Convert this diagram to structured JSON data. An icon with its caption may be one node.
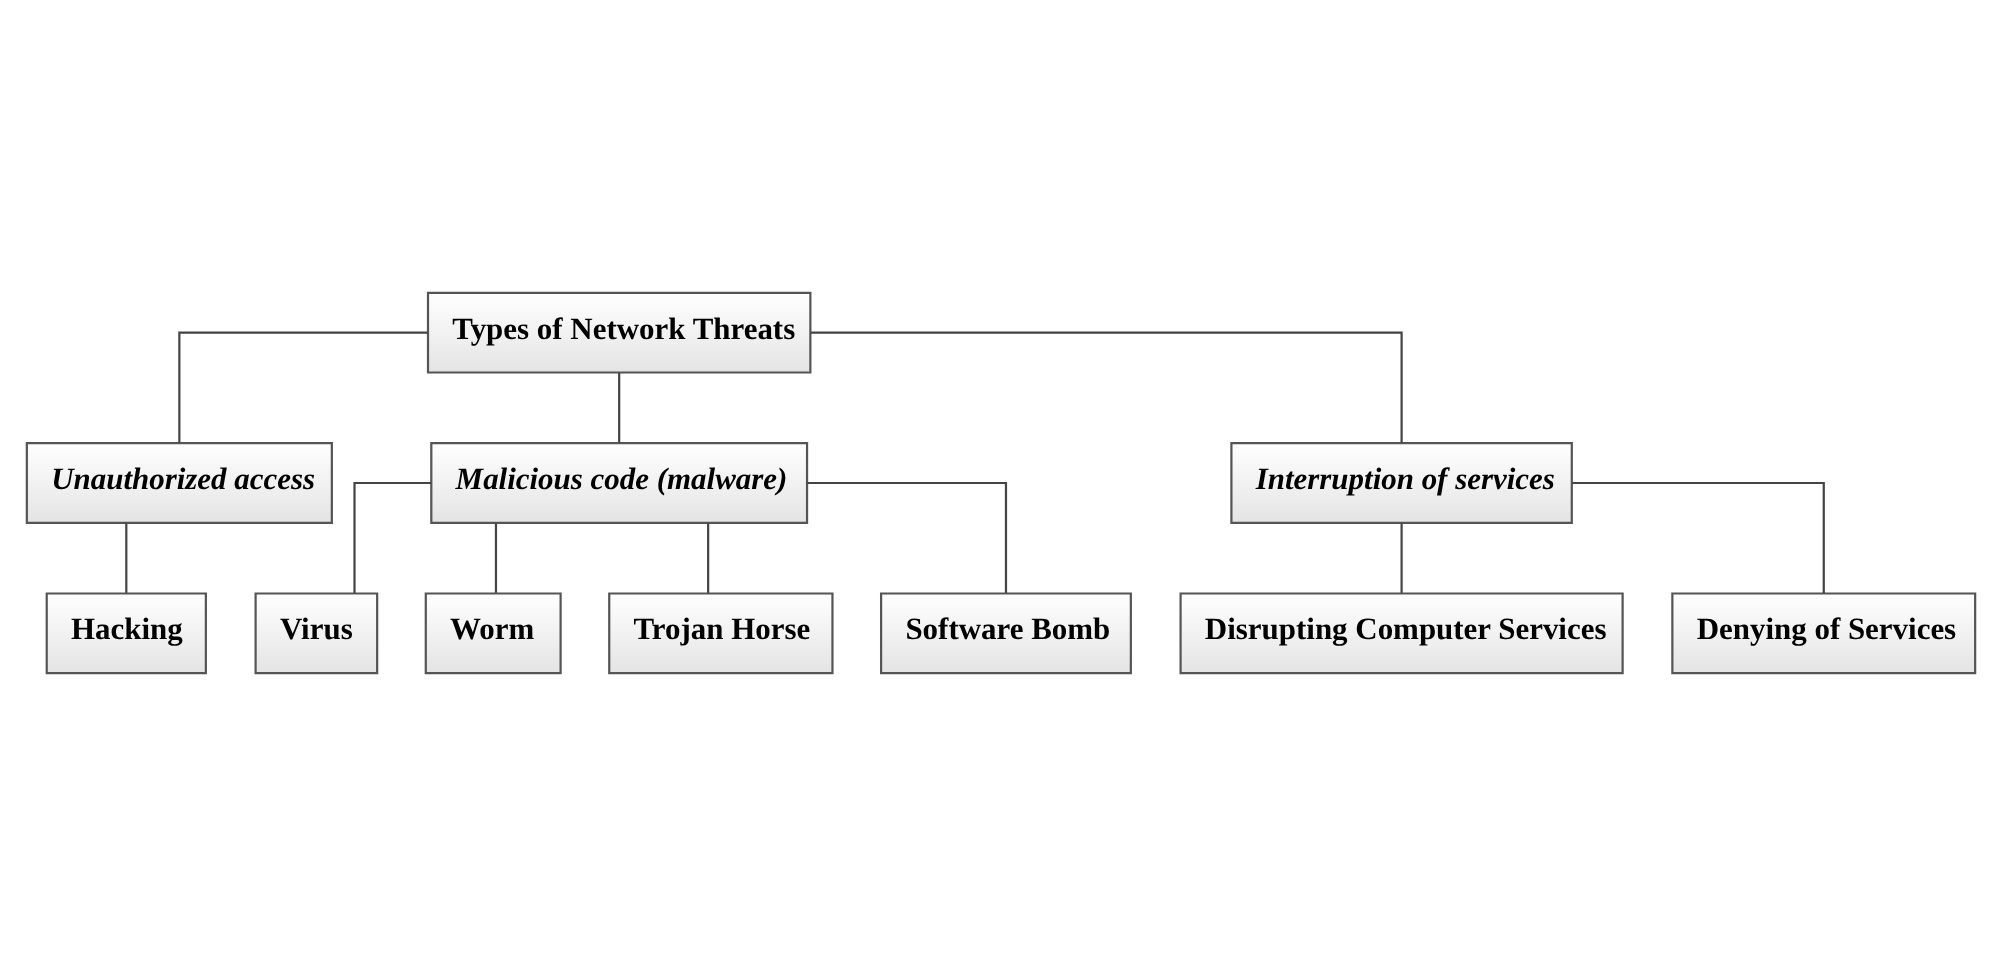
{
  "diagram": {
    "nodes": [
      {
        "text": [
          "Types of Network Threats"
        ]
      },
      {
        "text": [
          "Unauthorized access"
        ]
      },
      {
        "text": [
          "Malicious code (malware)"
        ]
      },
      {
        "text": [
          "Interruption of services"
        ]
      },
      {
        "text": [
          "Hacking"
        ]
      },
      {
        "text": [
          "Virus"
        ]
      },
      {
        "text": [
          "Worm"
        ]
      },
      {
        "text": [
          "Trojan Horse"
        ]
      },
      {
        "text": [
          "Software Bomb"
        ]
      },
      {
        "text": [
          "Disrupting Computer Services"
        ]
      },
      {
        "text": [
          "Denying of Services"
        ]
      }
    ],
    "edges": [
      {
        "from": 0,
        "to": 1,
        "arrow": "none"
      },
      {
        "from": 0,
        "to": 2,
        "arrow": "none"
      },
      {
        "from": 0,
        "to": 3,
        "arrow": "none"
      },
      {
        "from": 1,
        "to": 4,
        "arrow": "none"
      },
      {
        "from": 2,
        "to": 5,
        "arrow": "none"
      },
      {
        "from": 2,
        "to": 6,
        "arrow": "none"
      },
      {
        "from": 2,
        "to": 7,
        "arrow": "none"
      },
      {
        "from": 2,
        "to": 8,
        "arrow": "none"
      },
      {
        "from": 3,
        "to": 9,
        "arrow": "none"
      },
      {
        "from": 3,
        "to": 10,
        "arrow": "none"
      }
    ]
  }
}
